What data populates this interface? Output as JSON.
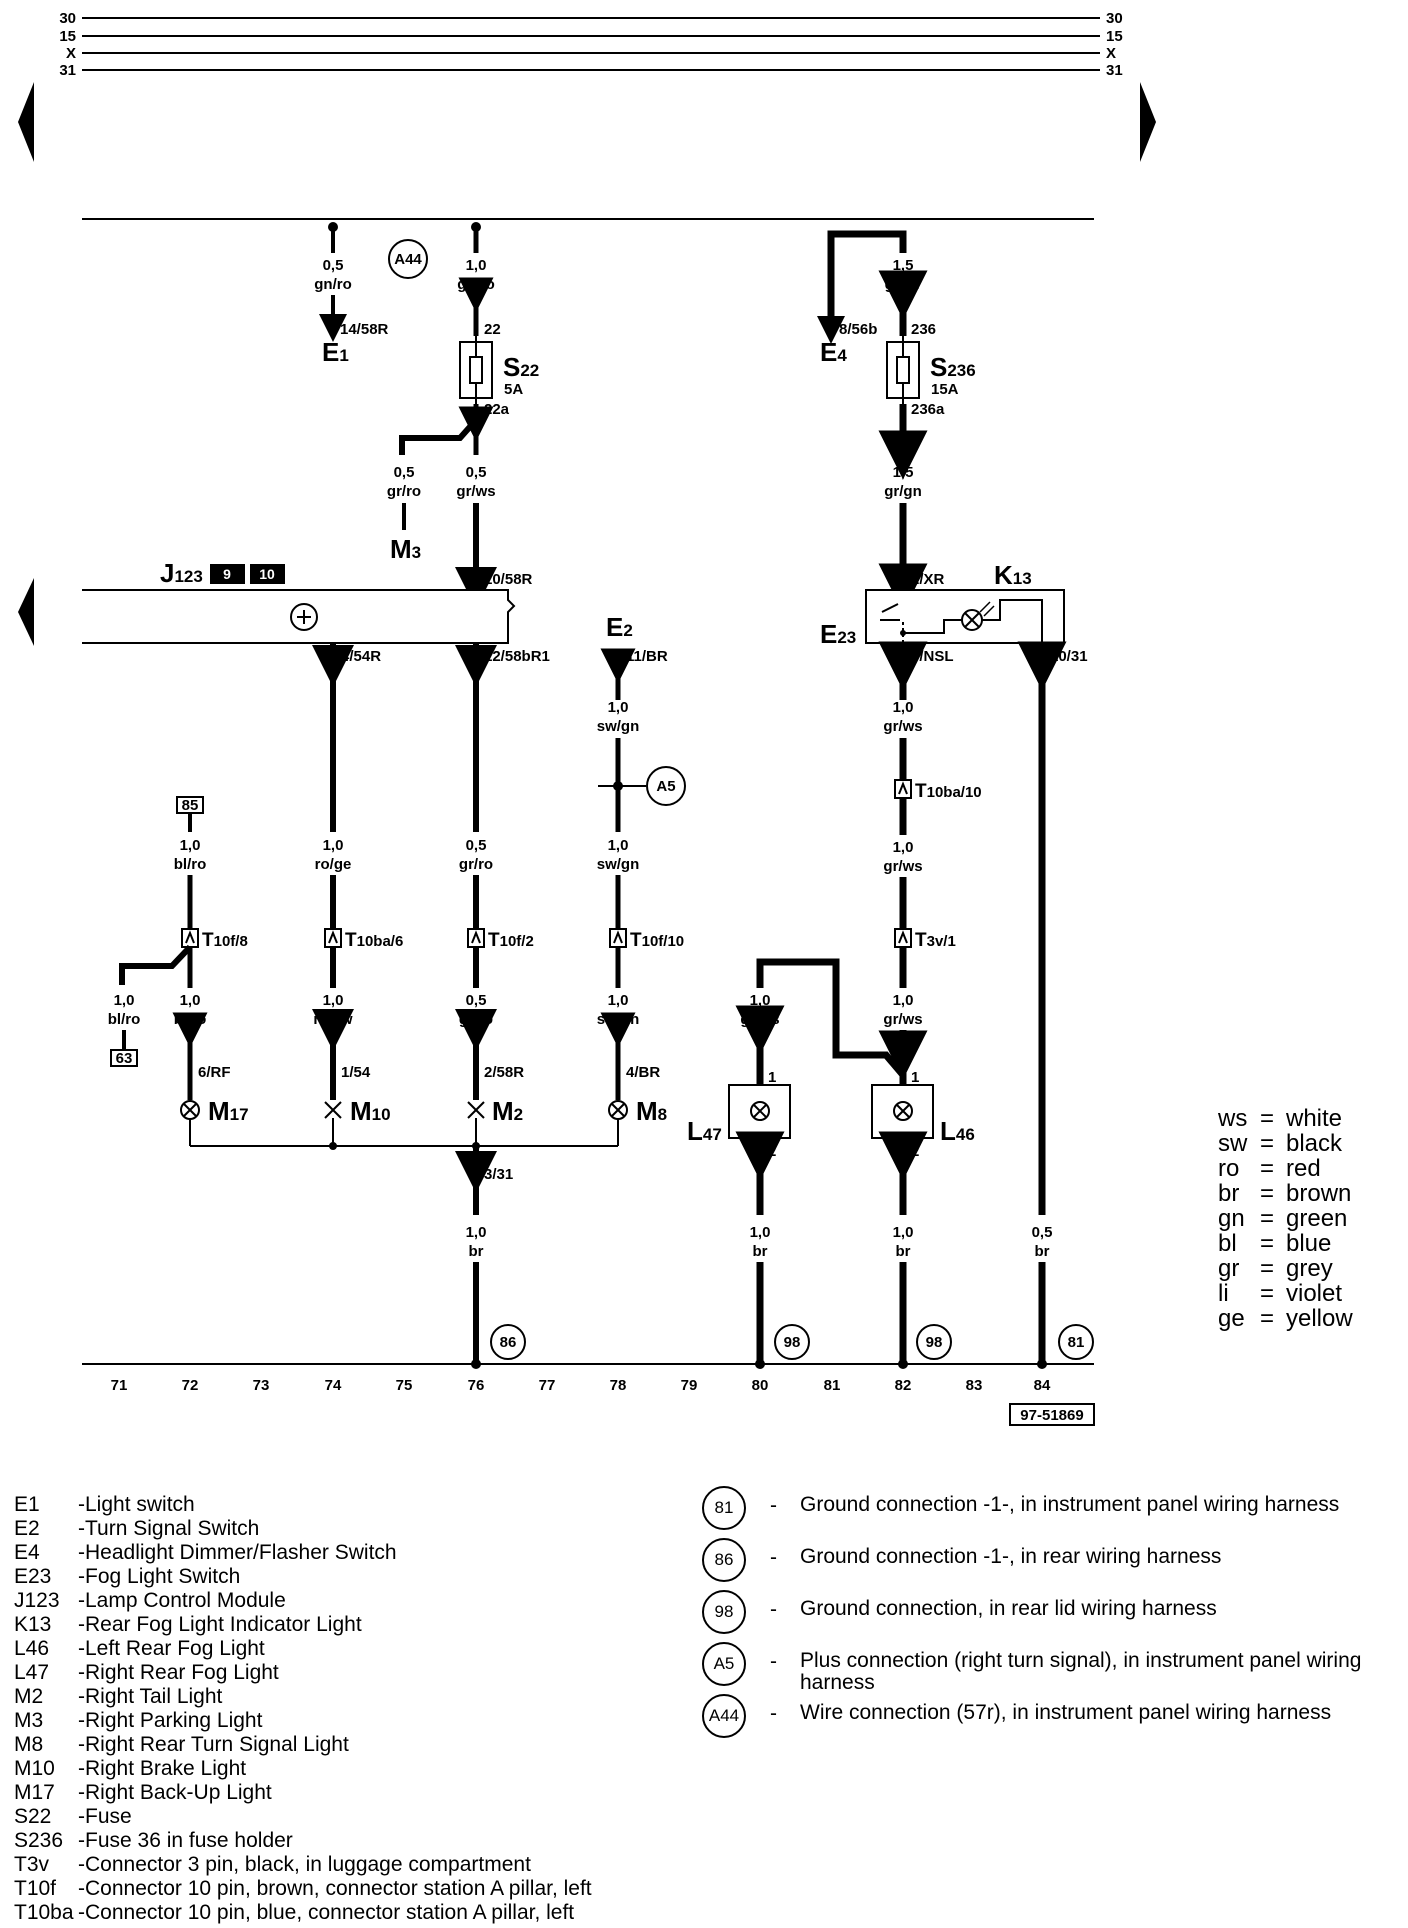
{
  "bus_labels": [
    "30",
    "15",
    "X",
    "31"
  ],
  "ground_tracks": [
    "71",
    "72",
    "73",
    "74",
    "75",
    "76",
    "77",
    "78",
    "79",
    "80",
    "81",
    "82",
    "83",
    "84"
  ],
  "diagram_ref": "97-51869",
  "components": {
    "E1": {
      "main": "E",
      "sub": "1"
    },
    "E2": {
      "main": "E",
      "sub": "2"
    },
    "E4": {
      "main": "E",
      "sub": "4"
    },
    "E23": {
      "main": "E",
      "sub": "23"
    },
    "J123": {
      "main": "J",
      "sub": "123",
      "pins": [
        "9",
        "10"
      ]
    },
    "K13": {
      "main": "K",
      "sub": "13"
    },
    "M3": {
      "main": "M",
      "sub": "3"
    },
    "M17": {
      "main": "M",
      "sub": "17"
    },
    "M10": {
      "main": "M",
      "sub": "10"
    },
    "M2": {
      "main": "M",
      "sub": "2"
    },
    "M8": {
      "main": "M",
      "sub": "8"
    },
    "L47": {
      "main": "L",
      "sub": "47"
    },
    "L46": {
      "main": "L",
      "sub": "46"
    },
    "S22": {
      "main": "S",
      "sub": "22",
      "rating": "5A"
    },
    "S236": {
      "main": "S",
      "sub": "236",
      "rating": "15A"
    }
  },
  "connectors": {
    "T10f8": {
      "main": "T",
      "sub": "10f/8"
    },
    "T10ba6": {
      "main": "T",
      "sub": "10ba/6"
    },
    "T10f2": {
      "main": "T",
      "sub": "10f/2"
    },
    "T10f10": {
      "main": "T",
      "sub": "10f/10"
    },
    "T10ba10": {
      "main": "T",
      "sub": "10ba/10"
    },
    "T3v1": {
      "main": "T",
      "sub": "3v/1"
    }
  },
  "connection_points": {
    "A44": "A44",
    "A5": "A5",
    "ground_86": "86",
    "ground_98a": "98",
    "ground_98b": "98",
    "ground_81": "81"
  },
  "ref_boxes": {
    "top": "85",
    "bottom": "63"
  },
  "wires": {
    "e1_size": "0,5",
    "e1_color": "gn/ro",
    "a44_size": "1,0",
    "a44_color": "gn/ro",
    "e4_size": "1,5",
    "e4_color": "ge/gr",
    "m3_size": "0,5",
    "m3_color": "gr/ro",
    "s22out_size": "0,5",
    "s22out_color": "gr/ws",
    "s236out_size": "1,5",
    "s236out_color": "gr/gn",
    "m17top_size": "1,0",
    "m17top_color": "bl/ro",
    "m10top_size": "1,0",
    "m10top_color": "ro/ge",
    "m2top_size": "0,5",
    "m2top_color": "gr/ro",
    "e2a_size": "1,0",
    "e2a_color": "sw/gn",
    "e2b_size": "1,0",
    "e2b_color": "sw/gn",
    "e23a_size": "1,0",
    "e23a_color": "gr/ws",
    "e23b_size": "1,0",
    "e23b_color": "gr/ws",
    "b63_size": "1,0",
    "b63_color": "bl/ro",
    "m17bot_size": "1,0",
    "m17bot_color": "bl/ro",
    "m10bot_size": "1,0",
    "m10bot_color": "ro/sw",
    "m2bot_size": "0,5",
    "m2bot_color": "gr/ro",
    "m8bot_size": "1,0",
    "m8bot_color": "sw/gn",
    "l47top_size": "1,0",
    "l47top_color": "gr/ws",
    "l46top_size": "1,0",
    "l46top_color": "gr/ws",
    "g76_size": "1,0",
    "g76_color": "br",
    "g80_size": "1,0",
    "g80_color": "br",
    "g82_size": "1,0",
    "g82_color": "br",
    "g84_size": "0,5",
    "g84_color": "br"
  },
  "pins": {
    "e1": "14/58R",
    "s22_in": "22",
    "s22_out": "22a",
    "e4": "8/56b",
    "s236_in": "236",
    "s236_out": "236a",
    "j123_in": "10/58R",
    "j123_out1": "4/54R",
    "j123_out2": "12/58bR1",
    "e2": "11/BR",
    "e23_in": "2/XR",
    "e23_out": "9/NSL",
    "k13": "10/31",
    "m17": "6/RF",
    "m10": "1/54",
    "m2": "2/58R",
    "m8": "4/BR",
    "l47_1": "1",
    "l47_2": "2",
    "l46_1": "1",
    "l46_2": "2",
    "gnd": "3/31"
  },
  "legend_components": [
    {
      "code": "E1",
      "desc": "Light switch"
    },
    {
      "code": "E2",
      "desc": "Turn Signal Switch"
    },
    {
      "code": "E4",
      "desc": "Headlight Dimmer/Flasher Switch"
    },
    {
      "code": "E23",
      "desc": "Fog Light Switch"
    },
    {
      "code": "J123",
      "desc": "Lamp Control Module"
    },
    {
      "code": "K13",
      "desc": "Rear Fog Light Indicator Light"
    },
    {
      "code": "L46",
      "desc": "Left Rear Fog Light"
    },
    {
      "code": "L47",
      "desc": "Right Rear Fog Light"
    },
    {
      "code": "M2",
      "desc": "Right Tail Light"
    },
    {
      "code": "M3",
      "desc": "Right Parking Light"
    },
    {
      "code": "M8",
      "desc": "Right Rear Turn Signal Light"
    },
    {
      "code": "M10",
      "desc": "Right Brake Light"
    },
    {
      "code": "M17",
      "desc": "Right Back-Up Light"
    },
    {
      "code": "S22",
      "desc": "Fuse"
    },
    {
      "code": "S236",
      "desc": "Fuse 36 in fuse holder"
    },
    {
      "code": "T3v",
      "desc": "Connector 3 pin, black, in luggage compartment"
    },
    {
      "code": "T10f",
      "desc": "Connector 10 pin, brown, connector station A pillar, left"
    },
    {
      "code": "T10ba",
      "desc": "Connector 10 pin, blue, connector station A pillar, left"
    }
  ],
  "legend_grounds": [
    {
      "symbol": "81",
      "desc": "Ground connection -1-, in instrument panel wiring harness"
    },
    {
      "symbol": "86",
      "desc": "Ground connection -1-, in rear wiring harness"
    },
    {
      "symbol": "98",
      "desc": "Ground connection, in rear lid wiring harness"
    },
    {
      "symbol": "A5",
      "desc": "Plus connection (right turn signal), in instrument panel wiring harness"
    },
    {
      "symbol": "A44",
      "desc": "Wire connection (57r), in instrument panel wiring harness"
    }
  ],
  "legend_colors": [
    {
      "abbr": "ws",
      "name": "white"
    },
    {
      "abbr": "sw",
      "name": "black"
    },
    {
      "abbr": "ro",
      "name": "red"
    },
    {
      "abbr": "br",
      "name": "brown"
    },
    {
      "abbr": "gn",
      "name": "green"
    },
    {
      "abbr": "bl",
      "name": "blue"
    },
    {
      "abbr": "gr",
      "name": "grey"
    },
    {
      "abbr": "li",
      "name": "violet"
    },
    {
      "abbr": "ge",
      "name": "yellow"
    }
  ]
}
